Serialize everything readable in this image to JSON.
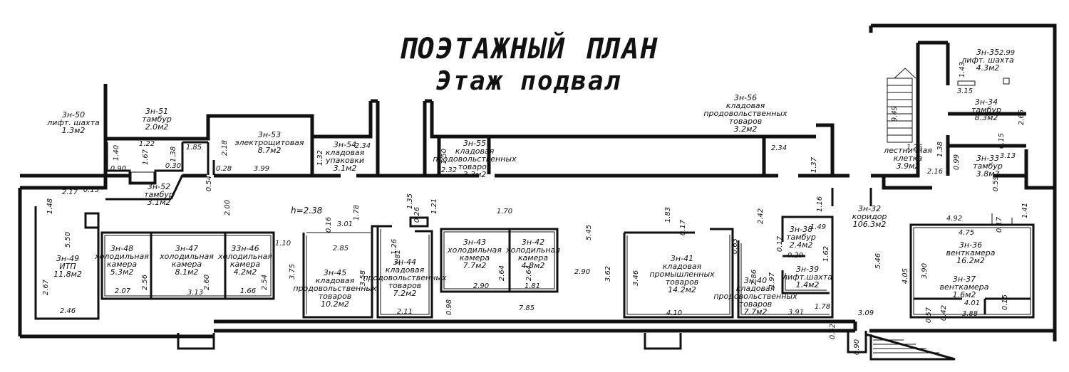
{
  "title": {
    "line1": "ПОЭТАЖНЫЙ ПЛАН",
    "line2": "Этаж подвал"
  },
  "height_note": "h=2.38",
  "rooms": [
    {
      "id": "50",
      "lines": [
        "3н-50",
        "лифт. шахта",
        "1.3м2"
      ]
    },
    {
      "id": "51",
      "lines": [
        "3н-51",
        "тамбур",
        "2.0м2"
      ]
    },
    {
      "id": "52",
      "lines": [
        "3н-52",
        "тамбур",
        "3.1м2"
      ]
    },
    {
      "id": "53",
      "lines": [
        "3н-53",
        "электрощитовая",
        "8.7м2"
      ]
    },
    {
      "id": "54",
      "lines": [
        "3н-54",
        "кладовая",
        "упаковки",
        "3.1м2"
      ]
    },
    {
      "id": "55",
      "lines": [
        "3н-55",
        "кладовая",
        "продовольственных",
        "товаров",
        "3.3м2"
      ]
    },
    {
      "id": "56",
      "lines": [
        "3н-56",
        "кладовая",
        "продовольственных",
        "товаров",
        "3.2м2"
      ]
    },
    {
      "id": "35",
      "lines": [
        "3н-35",
        "лифт. шахта",
        "4.3м2"
      ]
    },
    {
      "id": "34",
      "lines": [
        "3н-34",
        "тамбур",
        "8.3м2"
      ]
    },
    {
      "id": "33",
      "lines": [
        "3н-33",
        "тамбур",
        "3.8м2"
      ]
    },
    {
      "id": "stair",
      "lines": [
        "лестничная",
        "клетка",
        "3.9м2"
      ]
    },
    {
      "id": "32",
      "lines": [
        "3н-32",
        "коридор",
        "106.3м2"
      ]
    },
    {
      "id": "49",
      "lines": [
        "3н-49",
        "ИТП",
        "11.8м2"
      ]
    },
    {
      "id": "48",
      "lines": [
        "3н-48",
        "холодильная",
        "камера",
        "5.3м2"
      ]
    },
    {
      "id": "47",
      "lines": [
        "3н-47",
        "холодильная",
        "камера",
        "8.1м2"
      ]
    },
    {
      "id": "46",
      "lines": [
        "33н-46",
        "холодильная",
        "камера",
        "4.2м2"
      ]
    },
    {
      "id": "45",
      "lines": [
        "3н-45",
        "кладовая",
        "продовольственных",
        "товаров",
        "10.2м2"
      ]
    },
    {
      "id": "44",
      "lines": [
        "3н-44",
        "кладовая",
        "продовольственных",
        "товаров",
        "7.2м2"
      ]
    },
    {
      "id": "43",
      "lines": [
        "3н-43",
        "холодильная",
        "камера",
        "7.7м2"
      ]
    },
    {
      "id": "42",
      "lines": [
        "3н-42",
        "холодильная",
        "камера",
        "4.8м2"
      ]
    },
    {
      "id": "41",
      "lines": [
        "3н-41",
        "кладовая",
        "промышленных",
        "товаров",
        "14.2м2"
      ]
    },
    {
      "id": "40",
      "lines": [
        "3н-40",
        "кладовая",
        "продовольственных",
        "товаров",
        "7.7м2"
      ]
    },
    {
      "id": "38",
      "lines": [
        "3н-38",
        "тамбур",
        "2.4м2"
      ]
    },
    {
      "id": "39",
      "lines": [
        "3н-39",
        "лифт.шахта",
        "1.4м2"
      ]
    },
    {
      "id": "36",
      "lines": [
        "3н-36",
        "венткамера",
        "16.2м2"
      ]
    },
    {
      "id": "37",
      "lines": [
        "3н-37",
        "венткамера",
        "1.6м2"
      ]
    }
  ],
  "dimensions": [
    "1.40",
    "1.22",
    "1.67",
    "1.38",
    "0.90",
    "0.30",
    "1.85",
    "2.18",
    "0.28",
    "0.54",
    "3.99",
    "1.32",
    "2.34",
    "1.50",
    "2.32",
    "2.34",
    "1.37",
    "9.49",
    "1.26",
    "1.38",
    "0.99",
    "2.16",
    "1.43",
    "2.99",
    "3.15",
    "2.65",
    "0.15",
    "3.13",
    "0.59",
    "2.17",
    "0.15",
    "1.48",
    "5.50",
    "2.67",
    "2.46",
    "2.00",
    "1.78",
    "1.35",
    "0.26",
    "1.21",
    "1.70",
    "5.45",
    "1.83",
    "2.42",
    "1.16",
    "0.16",
    "3.01",
    "2.85",
    "1.10",
    "3.75",
    "3.58",
    "1.26",
    "3.81",
    "2.56",
    "2.07",
    "3.13",
    "2.60",
    "2.54",
    "1.66",
    "2.64",
    "2.90",
    "2.64",
    "1.81",
    "2.90",
    "3.62",
    "3.46",
    "0.98",
    "7.85",
    "2.11",
    "4.10",
    "0.17",
    "0.63",
    "0.17",
    "2.86",
    "1.97",
    "1.49",
    "0.29",
    "1.62",
    "1.78",
    "3.91",
    "5.46",
    "4.05",
    "3.90",
    "4.92",
    "0.17",
    "1.41",
    "4.75",
    "4.01",
    "0.57",
    "0.42",
    "3.88",
    "0.15",
    "3.09",
    "0.62",
    "0.90"
  ]
}
